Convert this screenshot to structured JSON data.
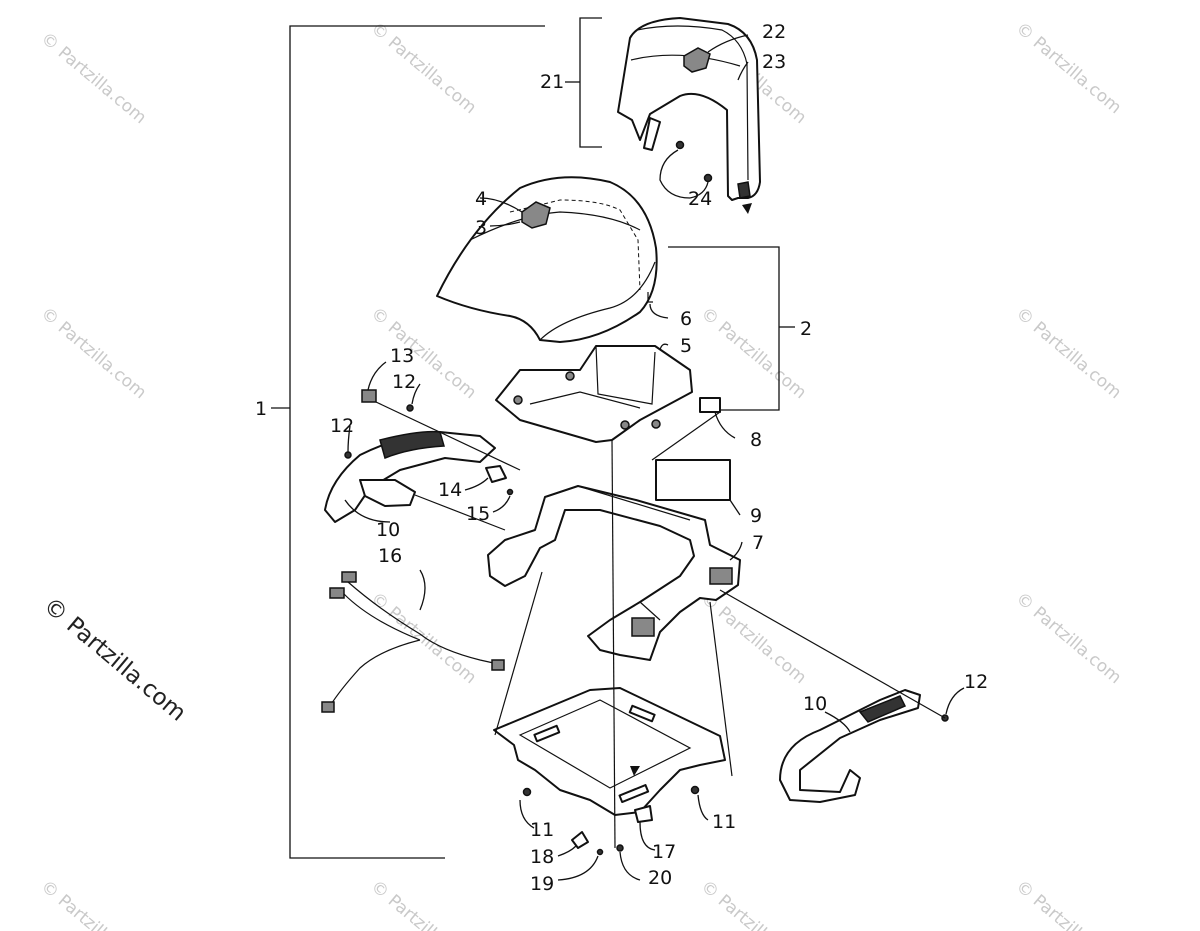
{
  "watermark": {
    "main": "© Partzilla.com",
    "faint": "© Partzilla.com"
  },
  "callouts": {
    "c1": "1",
    "c2": "2",
    "c3": "3",
    "c4": "4",
    "c5": "5",
    "c6": "6",
    "c7": "7",
    "c8": "8",
    "c9": "9",
    "c10a": "10",
    "c10b": "10",
    "c11a": "11",
    "c11b": "11",
    "c12a": "12",
    "c12b": "12",
    "c12c": "12",
    "c13": "13",
    "c14": "14",
    "c15": "15",
    "c16": "16",
    "c17": "17",
    "c18": "18",
    "c19": "19",
    "c20": "20",
    "c21": "21",
    "c22": "22",
    "c23": "23",
    "c24": "24"
  }
}
